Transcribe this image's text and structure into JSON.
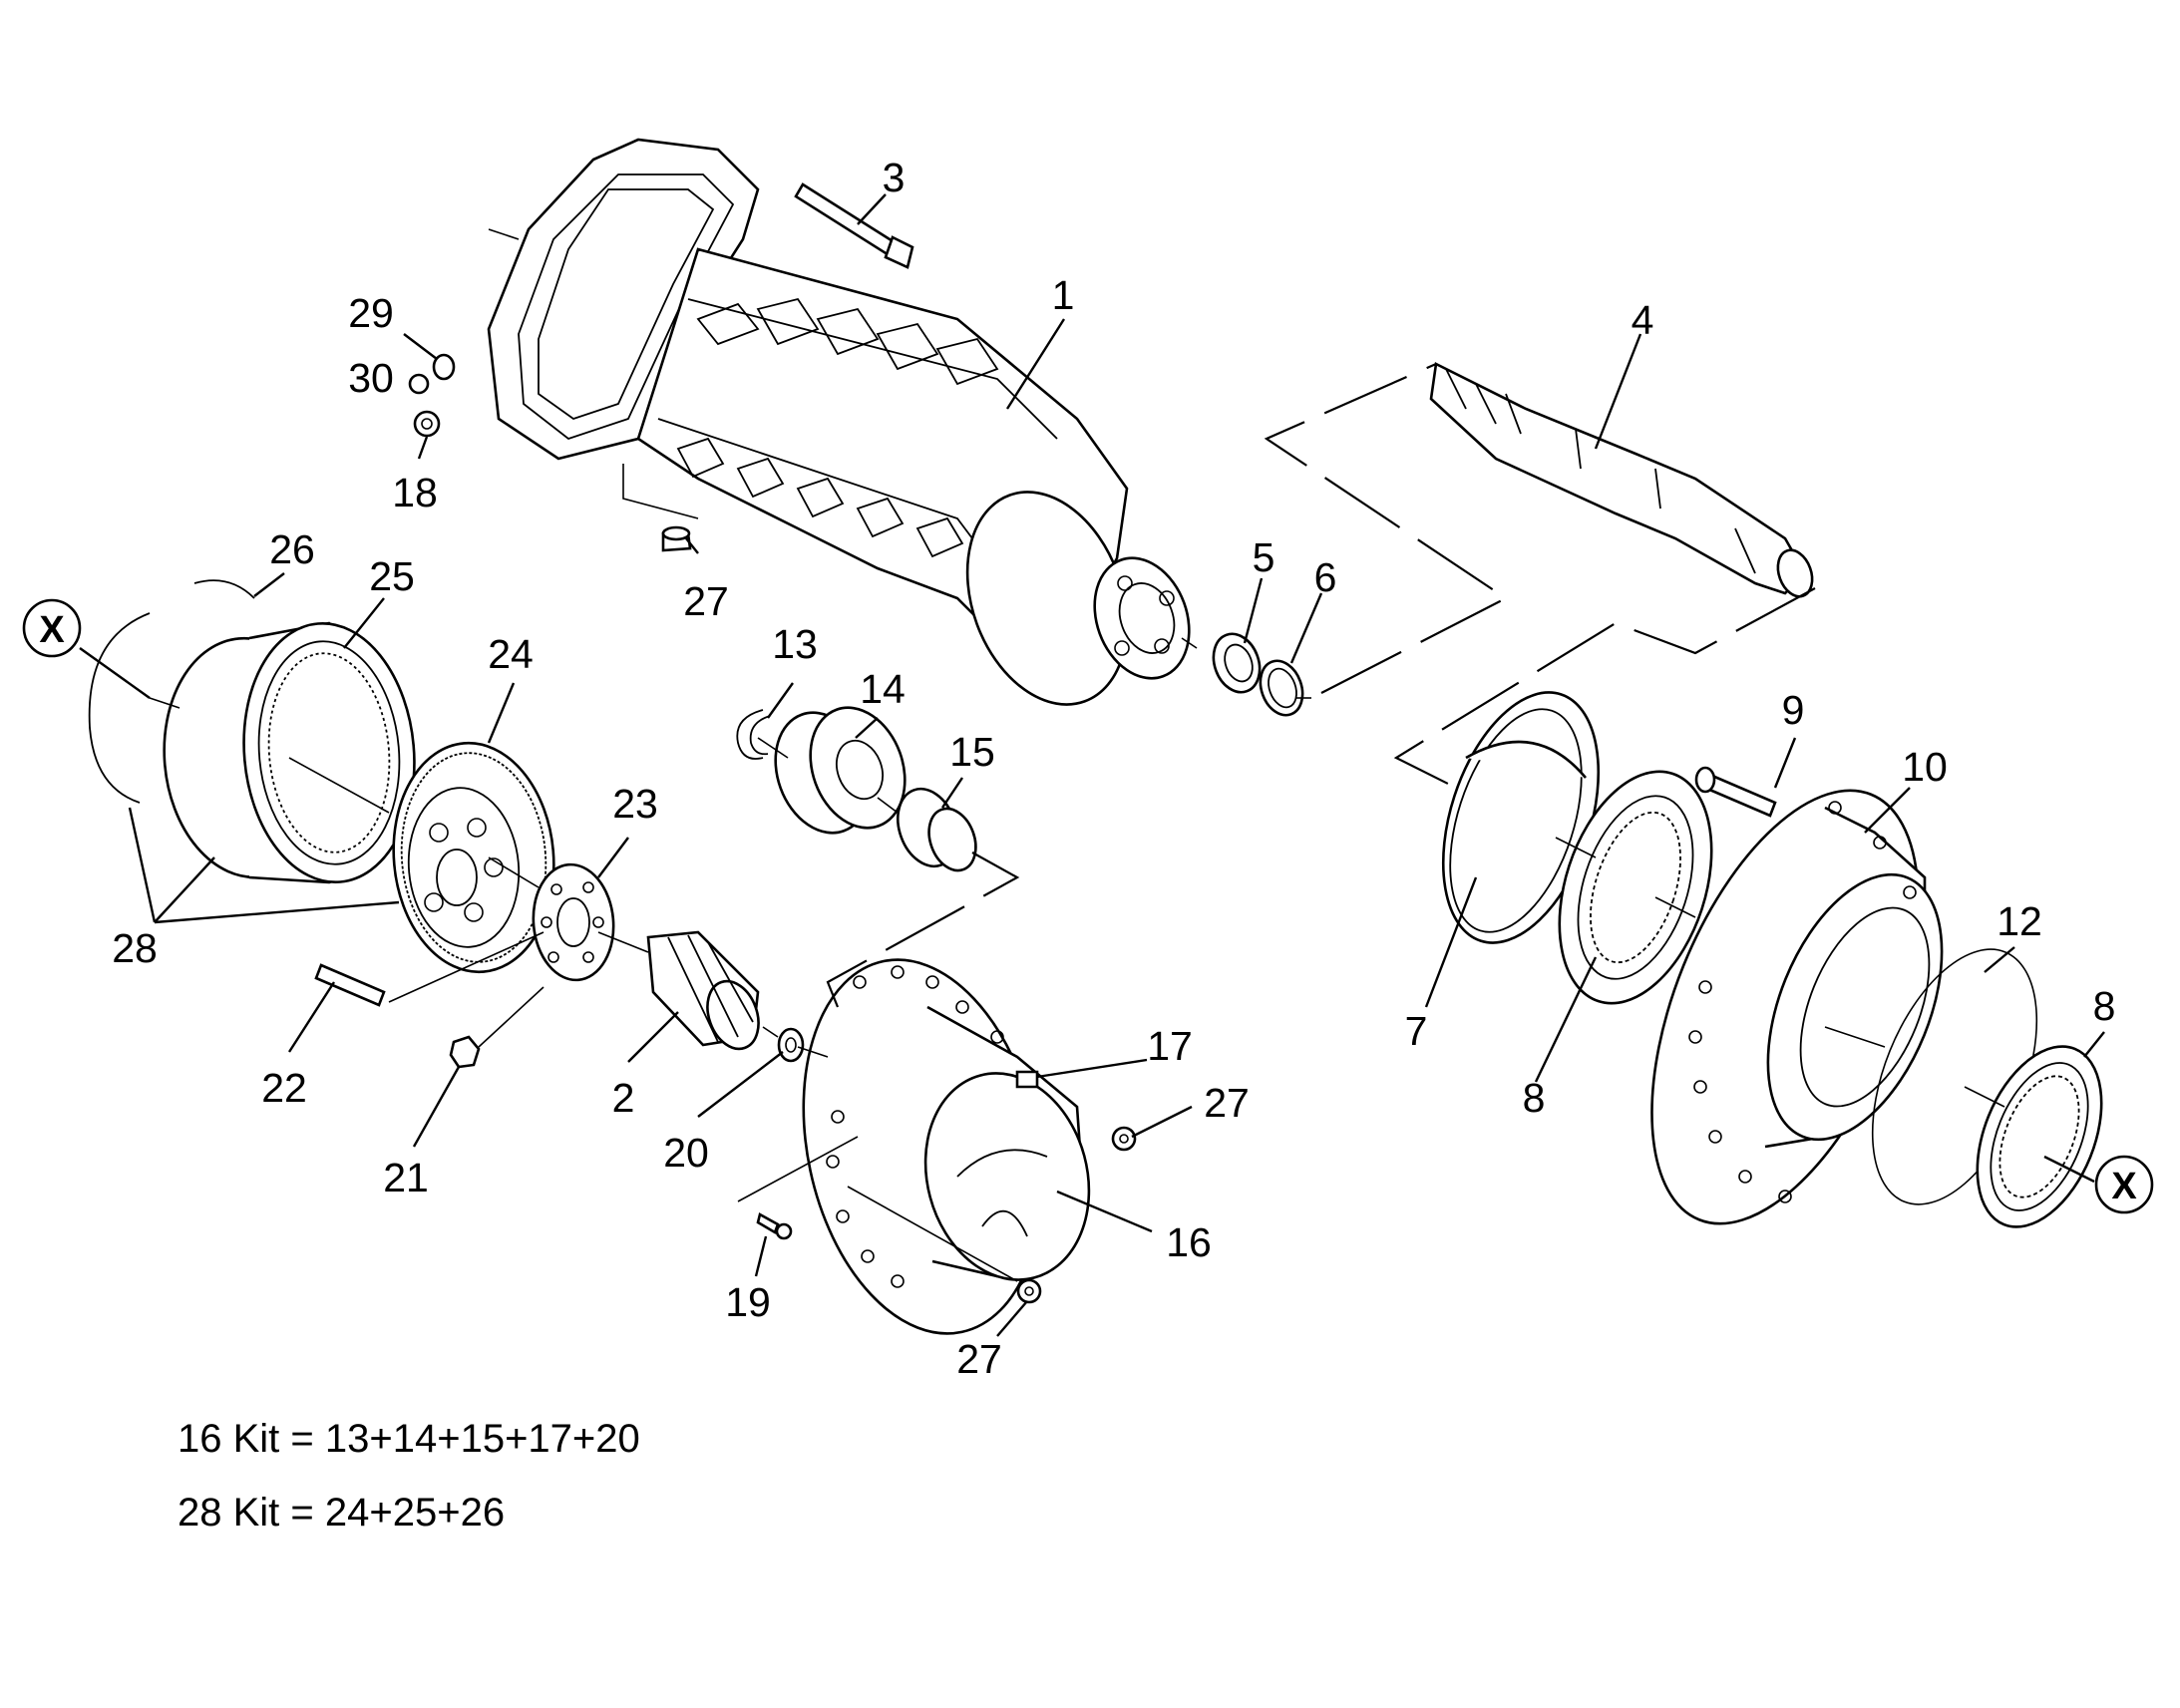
{
  "callouts": [
    {
      "id": "c1",
      "text": "1"
    },
    {
      "id": "c2",
      "text": "2"
    },
    {
      "id": "c3",
      "text": "3"
    },
    {
      "id": "c4",
      "text": "4"
    },
    {
      "id": "c5",
      "text": "5"
    },
    {
      "id": "c6",
      "text": "6"
    },
    {
      "id": "c7",
      "text": "7"
    },
    {
      "id": "c8a",
      "text": "8"
    },
    {
      "id": "c8b",
      "text": "8"
    },
    {
      "id": "c9",
      "text": "9"
    },
    {
      "id": "c10",
      "text": "10"
    },
    {
      "id": "c12",
      "text": "12"
    },
    {
      "id": "c13",
      "text": "13"
    },
    {
      "id": "c14",
      "text": "14"
    },
    {
      "id": "c15",
      "text": "15"
    },
    {
      "id": "c16",
      "text": "16"
    },
    {
      "id": "c17",
      "text": "17"
    },
    {
      "id": "c18",
      "text": "18"
    },
    {
      "id": "c19",
      "text": "19"
    },
    {
      "id": "c20",
      "text": "20"
    },
    {
      "id": "c21",
      "text": "21"
    },
    {
      "id": "c22",
      "text": "22"
    },
    {
      "id": "c23",
      "text": "23"
    },
    {
      "id": "c24",
      "text": "24"
    },
    {
      "id": "c25",
      "text": "25"
    },
    {
      "id": "c26",
      "text": "26"
    },
    {
      "id": "c27a",
      "text": "27"
    },
    {
      "id": "c27b",
      "text": "27"
    },
    {
      "id": "c27c",
      "text": "27"
    },
    {
      "id": "c28",
      "text": "28"
    },
    {
      "id": "c29",
      "text": "29"
    },
    {
      "id": "c30",
      "text": "30"
    }
  ],
  "connectors": {
    "left_marker": "X",
    "right_marker": "X"
  },
  "notes": {
    "kit16": "16 Kit = 13+14+15+17+20",
    "kit28": "28 Kit = 24+25+26"
  }
}
